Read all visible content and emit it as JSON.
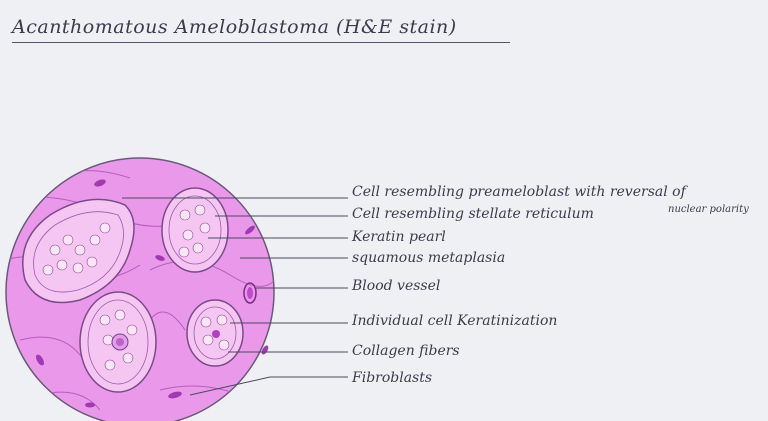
{
  "title": "Acanthomatous Ameloblastoma (H&E stain)",
  "labels": [
    {
      "id": "preameloblast",
      "text": "Cell resembling preameloblast with reversal of"
    },
    {
      "id": "nuclear_polarity",
      "text": "nuclear polarity"
    },
    {
      "id": "stellate",
      "text": "Cell resembling stellate reticulum"
    },
    {
      "id": "keratin_pearl",
      "text": "Keratin pearl"
    },
    {
      "id": "squamous",
      "text": "squamous metaplasia"
    },
    {
      "id": "blood_vessel",
      "text": "Blood vessel"
    },
    {
      "id": "individual_keratinization",
      "text": "Individual cell Keratinization"
    },
    {
      "id": "collagen",
      "text": "Collagen fibers"
    },
    {
      "id": "fibroblasts",
      "text": "Fibroblasts"
    }
  ],
  "colors": {
    "tissue": "#e996ea",
    "tissue_dark": "#c95ad0",
    "outline": "#6a5a7a",
    "ink": "#3b3b4e"
  }
}
